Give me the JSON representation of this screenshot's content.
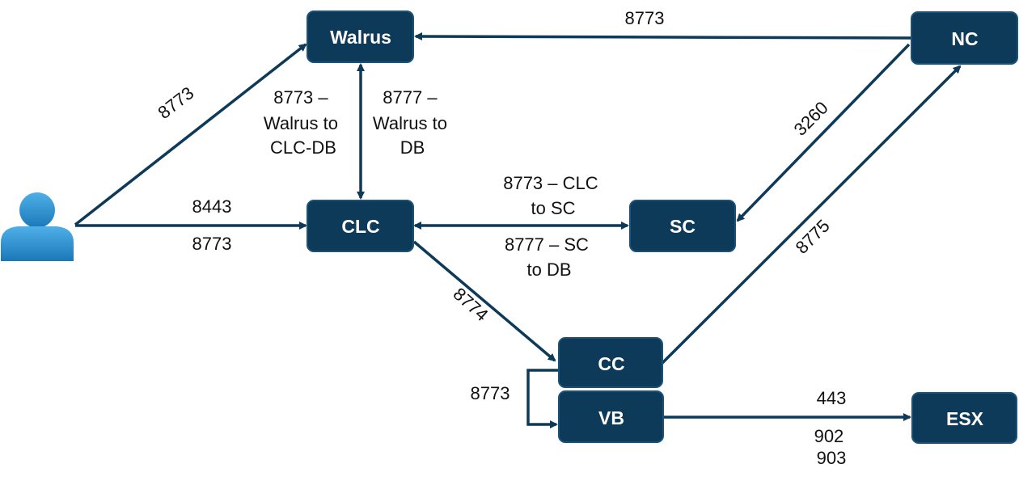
{
  "nodes": {
    "walrus": "Walrus",
    "nc": "NC",
    "clc": "CLC",
    "sc": "SC",
    "cc": "CC",
    "vb": "VB",
    "esx": "ESX"
  },
  "user_icon": "user-icon",
  "colors": {
    "node_fill": "#0e3a5a",
    "edge": "#0e3a5a",
    "icon": "#1e88c8"
  },
  "edges": {
    "nc_walrus": "8773",
    "user_walrus": "8773",
    "walrus_clc_left": [
      "8773 –",
      "Walrus to",
      "CLC-DB"
    ],
    "walrus_clc_right": [
      "8777 –",
      "Walrus to",
      "DB"
    ],
    "user_clc_top": "8443",
    "user_clc_bottom": "8773",
    "clc_sc_top": [
      "8773 – CLC",
      "to SC"
    ],
    "clc_sc_bottom": [
      "8777 – SC",
      "to DB"
    ],
    "nc_sc": "3260",
    "cc_nc": "8775",
    "clc_cc": "8774",
    "cc_vb": "8773",
    "vb_esx_top": "443",
    "vb_esx_bottom": [
      "902",
      "903"
    ]
  }
}
